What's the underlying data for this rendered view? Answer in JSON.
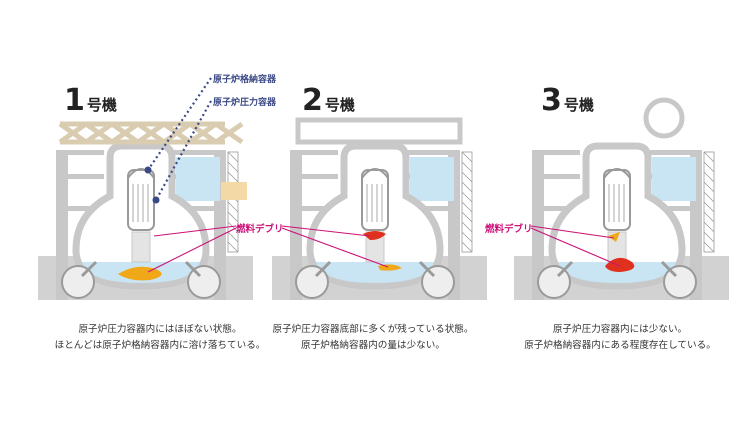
{
  "units": [
    {
      "number": "1",
      "suffix": "号機",
      "caption_line1": "原子炉圧力容器内にはほぼない状態。",
      "caption_line2": "ほとんどは原子炉格納容器内に溶け落ちている。"
    },
    {
      "number": "2",
      "suffix": "号機",
      "caption_line1": "原子炉圧力容器底部に多くが残っている状態。",
      "caption_line2": "原子炉格納容器内の量は少ない。"
    },
    {
      "number": "3",
      "suffix": "号機",
      "caption_line1": "原子炉圧力容器内には少ない。",
      "caption_line2": "原子炉格納容器内にある程度存在している。"
    }
  ],
  "labels": {
    "containment_vessel": "原子炉格納容器",
    "pressure_vessel": "原子炉圧力容器",
    "fuel_debris": "燃料デブリ"
  },
  "colors": {
    "structure": "#c8c8c8",
    "structure_dark": "#9a9a9a",
    "water": "#c9e4f2",
    "debris": "#f0a818",
    "debris_red": "#e0301e",
    "callout_blue": "#3b4a86",
    "debris_pink": "#cc1177",
    "wreck": "#d9ccb0"
  }
}
